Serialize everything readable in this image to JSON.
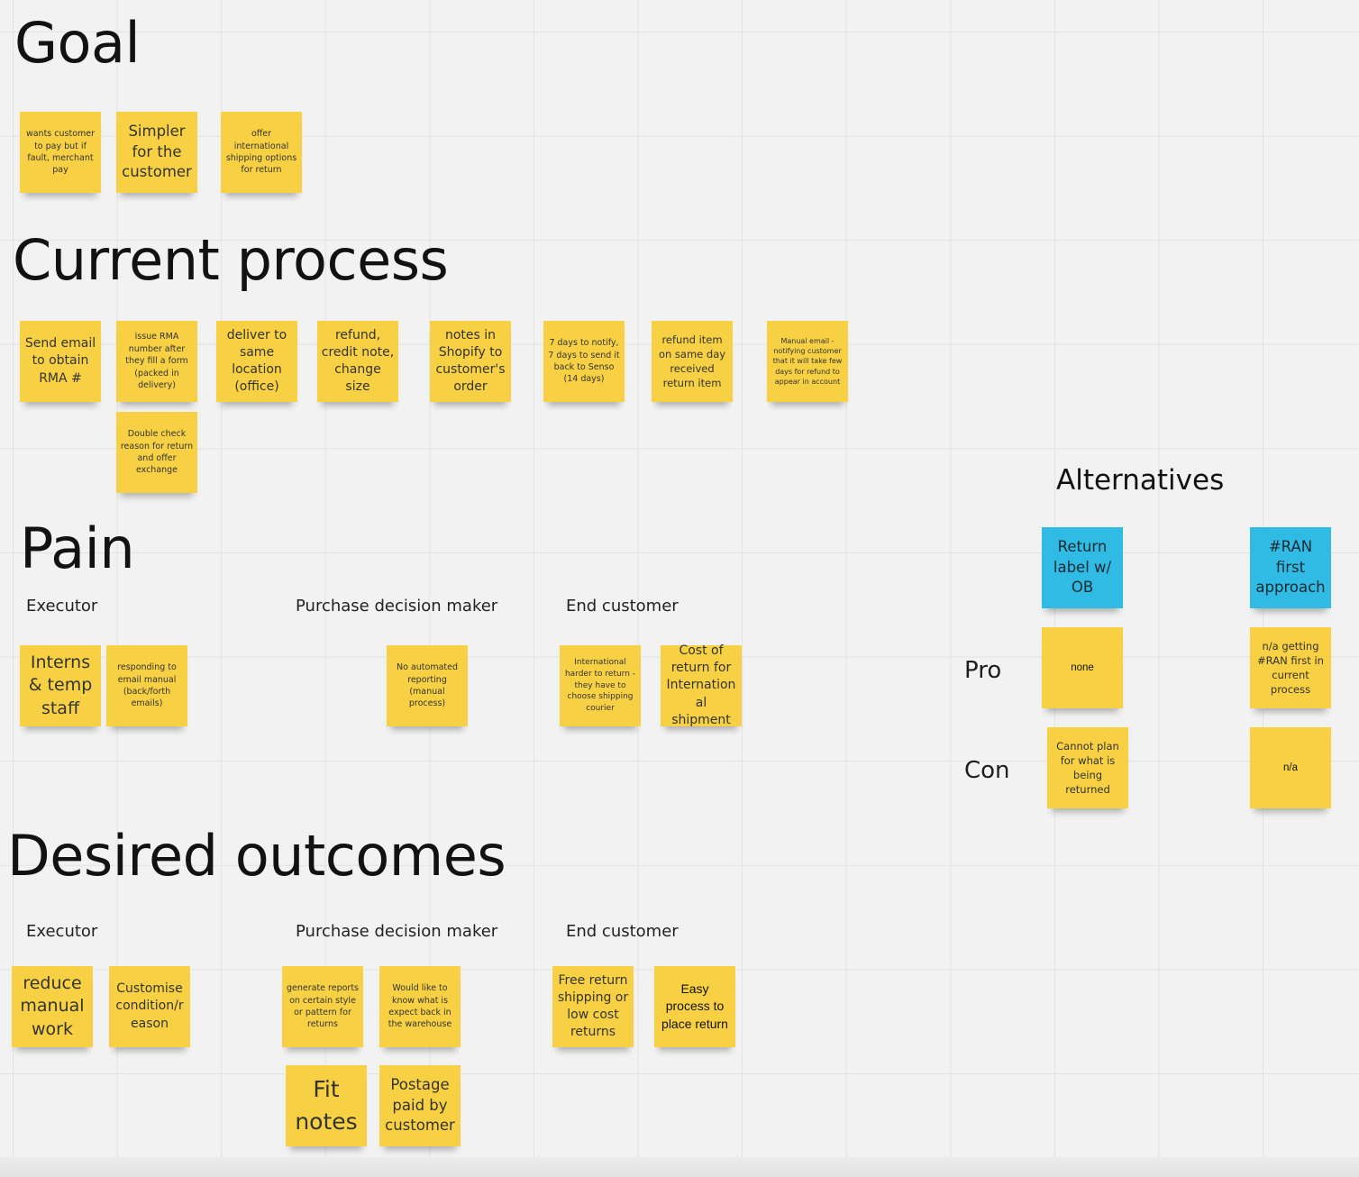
{
  "sections": {
    "goal": "Goal",
    "current_process": "Current process",
    "pain": "Pain",
    "desired_outcomes": "Desired outcomes",
    "alternatives": "Alternatives"
  },
  "pain_columns": {
    "executor": "Executor",
    "purchase_decision_maker": "Purchase decision maker",
    "end_customer": "End customer"
  },
  "outcome_columns": {
    "executor": "Executor",
    "purchase_decision_maker": "Purchase decision maker",
    "end_customer": "End customer"
  },
  "alt_rows": {
    "pro": "Pro",
    "con": "Con"
  },
  "goal_notes": [
    "wants customer to pay but if fault, merchant pay",
    "Simpler for the customer",
    "offer international shipping options for return"
  ],
  "process_notes": [
    "Send email to obtain RMA #",
    "issue RMA number after they fill a form (packed in delivery)",
    "deliver to same location (office)",
    "refund, credit note, change size",
    "notes in Shopify to customer's order",
    "7 days to notify, 7 days to send it back to Senso (14 days)",
    "refund item on same day received return item",
    "Manual email - notifying customer that it will take few days for refund to appear in account",
    "Double check reason for return and offer exchange"
  ],
  "pain_notes": [
    "Interns & temp staff",
    "responding to email manual (back/forth emails)",
    "No automated reporting (manual process)",
    "International harder to return - they have to choose shipping courier",
    "Cost of return for Internation al shipment"
  ],
  "outcome_notes": [
    "reduce manual work",
    "Customise condition/r eason",
    "generate reports on certain style or pattern for returns",
    "Would like to know what is expect back in the warehouse",
    "Fit notes",
    "Postage paid by customer",
    "Free return shipping or low cost returns",
    "Easy process to place return"
  ],
  "alt_notes": [
    "Return label w/ OB",
    "#RAN first approach",
    "none",
    "n/a getting #RAN first in current process",
    "Cannot plan for what is being returned",
    "n/a"
  ],
  "colors": {
    "sticky_yellow": "#f7d143",
    "sticky_blue": "#2fbbe4",
    "canvas": "#f2f2f2"
  }
}
